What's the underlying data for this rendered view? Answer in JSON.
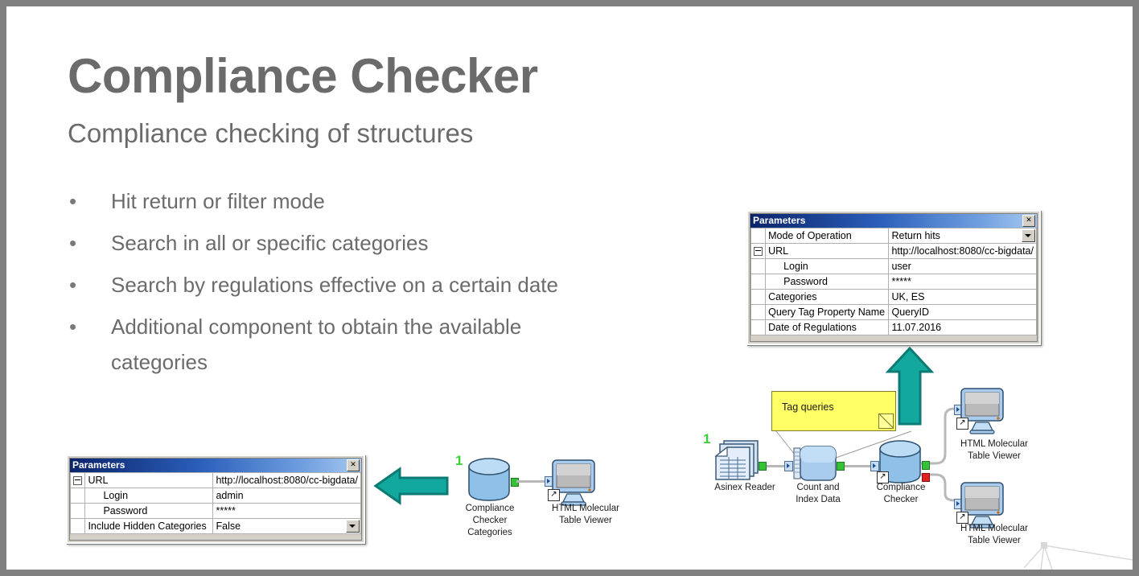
{
  "slide": {
    "title": "Compliance Checker",
    "subtitle": "Compliance checking of structures",
    "bullet_marker": "•",
    "bullets": [
      "Hit return or filter mode",
      "Search in all or specific categories",
      "Search by regulations effective on a certain date",
      "Additional component to obtain the available categories"
    ]
  },
  "colors": {
    "title_grey": "#6b6b6b",
    "teal_arrow": "#13a89e",
    "teal_arrow_outline": "#0b7b74",
    "note_yellow": "#ffff66",
    "port_green": "#36c236",
    "port_red": "#e02020",
    "badge_green": "#35d135",
    "titlebar_blue": "#0a246a",
    "dialog_face": "#d4d0c8"
  },
  "dialog_top": {
    "title": "Parameters",
    "close_label": "✕",
    "rows": [
      {
        "key": "Mode of Operation",
        "value": "Return hits",
        "indent": false,
        "expander": false,
        "combo": true
      },
      {
        "key": "URL",
        "value": "http://localhost:8080/cc-bigdata/",
        "indent": false,
        "expander": true,
        "combo": false
      },
      {
        "key": "Login",
        "value": "user",
        "indent": true,
        "expander": false,
        "combo": false
      },
      {
        "key": "Password",
        "value": "*****",
        "indent": true,
        "expander": false,
        "combo": false
      },
      {
        "key": "Categories",
        "value": "UK, ES",
        "indent": false,
        "expander": false,
        "combo": false
      },
      {
        "key": "Query Tag Property Name",
        "value": "QueryID",
        "indent": false,
        "expander": false,
        "combo": false
      },
      {
        "key": "Date of Regulations",
        "value": "11.07.2016",
        "indent": false,
        "expander": false,
        "combo": false
      }
    ]
  },
  "dialog_bottom": {
    "title": "Parameters",
    "close_label": "✕",
    "rows": [
      {
        "key": "URL",
        "value": "http://localhost:8080/cc-bigdata/",
        "indent": false,
        "expander": true,
        "combo": false
      },
      {
        "key": "Login",
        "value": "admin",
        "indent": true,
        "expander": false,
        "combo": false
      },
      {
        "key": "Password",
        "value": "*****",
        "indent": true,
        "expander": false,
        "combo": false
      },
      {
        "key": "Include Hidden Categories",
        "value": "False",
        "indent": false,
        "expander": false,
        "combo": true
      }
    ]
  },
  "workflow_main": {
    "badge": "1",
    "note_text": "Tag queries",
    "nodes": [
      {
        "label_line1": "Asinex Reader",
        "label_line2": ""
      },
      {
        "label_line1": "Count and",
        "label_line2": "Index Data"
      },
      {
        "label_line1": "Compliance",
        "label_line2": "Checker"
      },
      {
        "label_line1": "HTML Molecular",
        "label_line2": "Table Viewer"
      },
      {
        "label_line1": "HTML Molecular",
        "label_line2": "Table Viewer"
      }
    ]
  },
  "workflow_small": {
    "badge": "1",
    "nodes": [
      {
        "label_line1": "Compliance",
        "label_line2": "Checker",
        "label_line3": "Categories"
      },
      {
        "label_line1": "HTML Molecular",
        "label_line2": "Table Viewer",
        "label_line3": ""
      }
    ]
  },
  "icons": {
    "dialog_badge": "↗"
  }
}
